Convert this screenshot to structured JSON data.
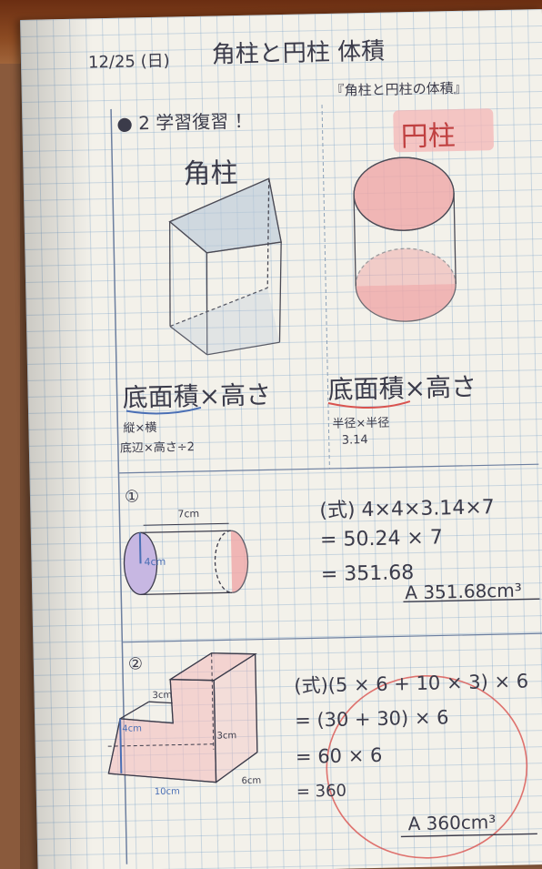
{
  "header": {
    "date": "12/25 (日)",
    "title": "角柱と円柱 体積"
  },
  "lesson": {
    "label": "● 2 学習復習 ！",
    "subtitle": "『角柱と円柱の体積』"
  },
  "shapes": {
    "prism_label": "角柱",
    "cylinder_label": "円柱"
  },
  "formulas": {
    "prism": "底面積×高さ",
    "prism_note1": "縦×横",
    "prism_note2": "底辺×高さ÷2",
    "cylinder": "底面積×高さ",
    "cylinder_note1": "半径×半径",
    "cylinder_note2": "3.14"
  },
  "problem1": {
    "number": "①",
    "dim_length": "7cm",
    "dim_radius": "4cm",
    "step1": "(式) 4×4×3.14×7",
    "step2": "= 50.24 × 7",
    "step3": "= 351.68",
    "answer": "A 351.68cm³"
  },
  "problem2": {
    "number": "②",
    "dim_a": "3cm",
    "dim_b": "4cm",
    "dim_c": "3cm",
    "dim_d": "6cm",
    "dim_e": "10cm",
    "step1": "(式)(5 × 6 + 10 × 3) × 6",
    "step2": "= (30 + 30) × 6",
    "step3": "= 60 × 6",
    "step4": "= 360",
    "answer": "A 360cm³"
  },
  "colors": {
    "ink": "#3b3b4a",
    "red_ink": "#d9534f",
    "blue_ink": "#4a6fb5",
    "highlight_pink": "#f4b6b6"
  }
}
